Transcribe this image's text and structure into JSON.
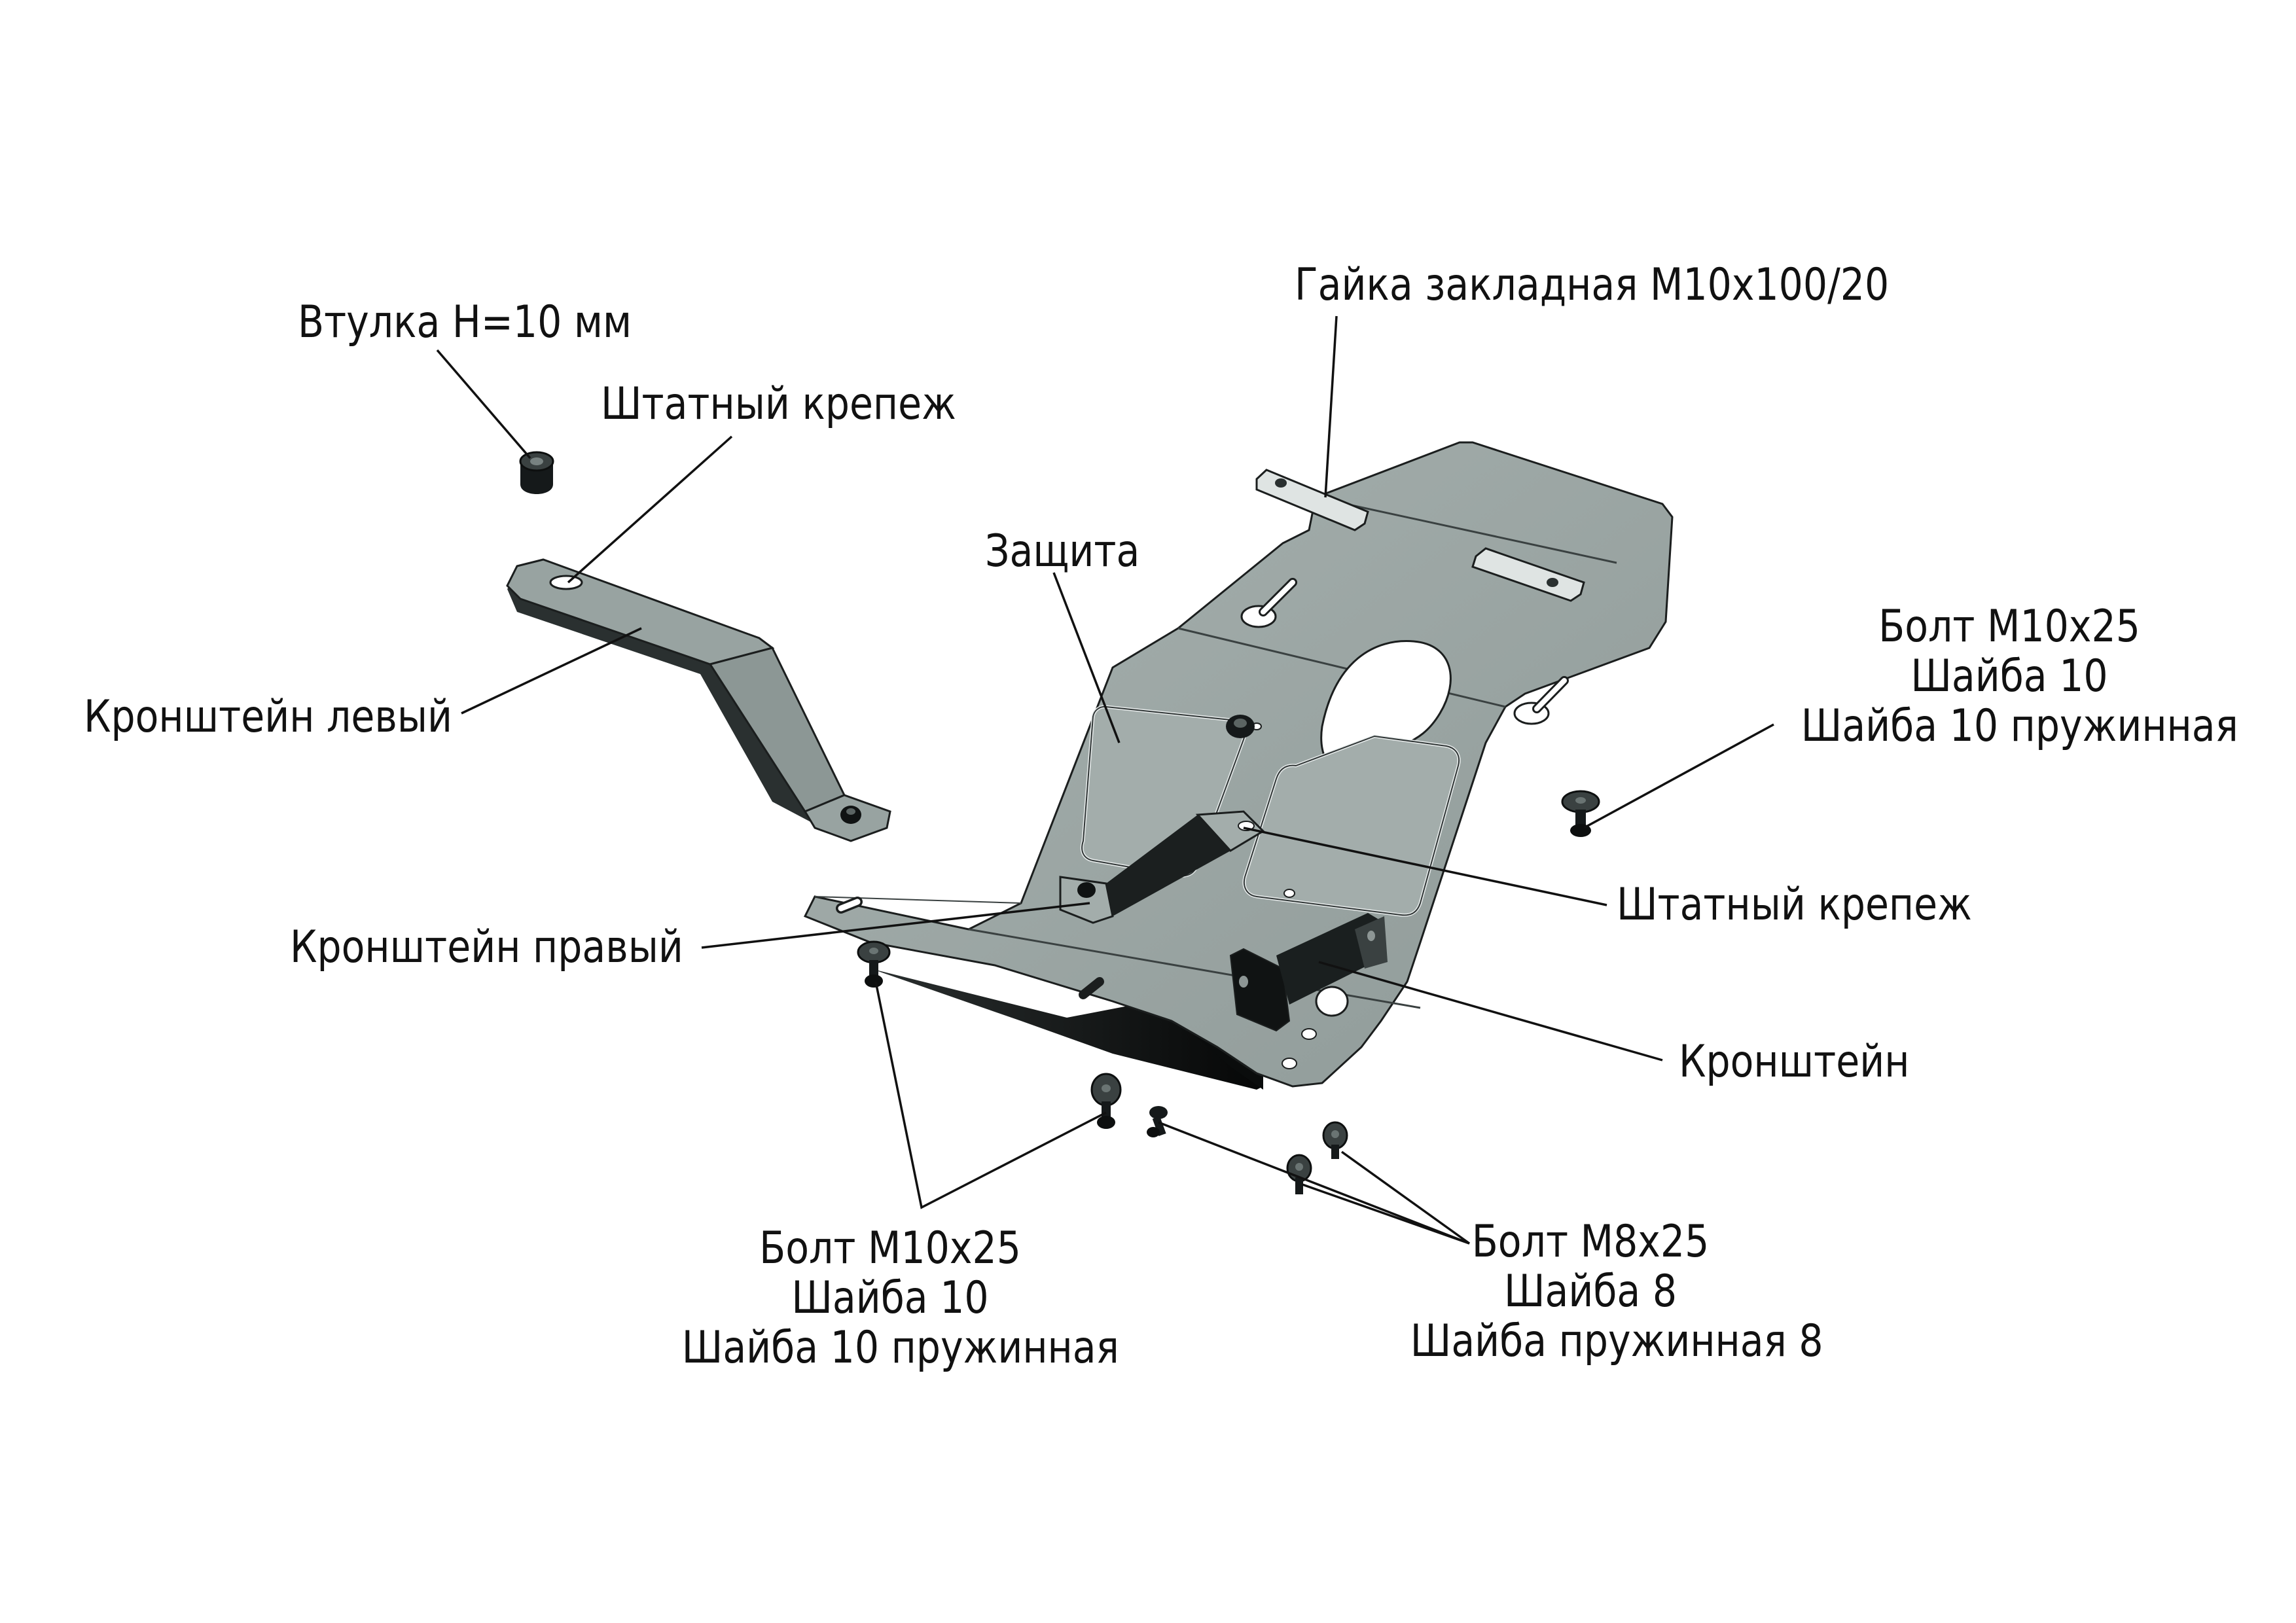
{
  "diagram": {
    "type": "exploded-assembly",
    "colors": {
      "metal": "#9aa5a3",
      "metal_light": "#b6bfbd",
      "metal_dark": "#4b5352",
      "shadow": "#0d0f0f",
      "outline": "#1b1e1e",
      "leader": "#111111",
      "background": "#ffffff"
    },
    "labels": {
      "bushing": "Втулка H=10 мм",
      "standard_fastener_top": "Штатный крепеж",
      "bracket_left": "Кронштейн левый",
      "embedded_nut": "Гайка закладная М10х100/20",
      "guard": "Защита",
      "bolt_set_right": [
        "Болт М10х25",
        "Шайба 10",
        "Шайба 10 пружинная"
      ],
      "standard_fastener_right": "Штатный крепеж",
      "bracket_right": "Кронштейн правый",
      "bracket": "Кронштейн",
      "bolt_set_bottom_m10": [
        "Болт М10х25",
        "Шайба 10",
        "Шайба 10 пружинная"
      ],
      "bolt_set_bottom_m8": [
        "Болт М8х25",
        "Шайба 8",
        "Шайба пружинная 8"
      ]
    },
    "parts": [
      {
        "id": "guard",
        "name": "Защита"
      },
      {
        "id": "bracket-left",
        "name": "Кронштейн левый"
      },
      {
        "id": "bracket-right",
        "name": "Кронштейн правый"
      },
      {
        "id": "bracket",
        "name": "Кронштейн"
      },
      {
        "id": "bushing",
        "name": "Втулка H=10 мм"
      },
      {
        "id": "embedded-nut",
        "name": "Гайка закладная М10х100/20",
        "count": 2
      },
      {
        "id": "bolt-m10",
        "name": "Болт М10х25",
        "count": 3
      },
      {
        "id": "bolt-m8",
        "name": "Болт М8х25",
        "count": 3
      }
    ]
  }
}
